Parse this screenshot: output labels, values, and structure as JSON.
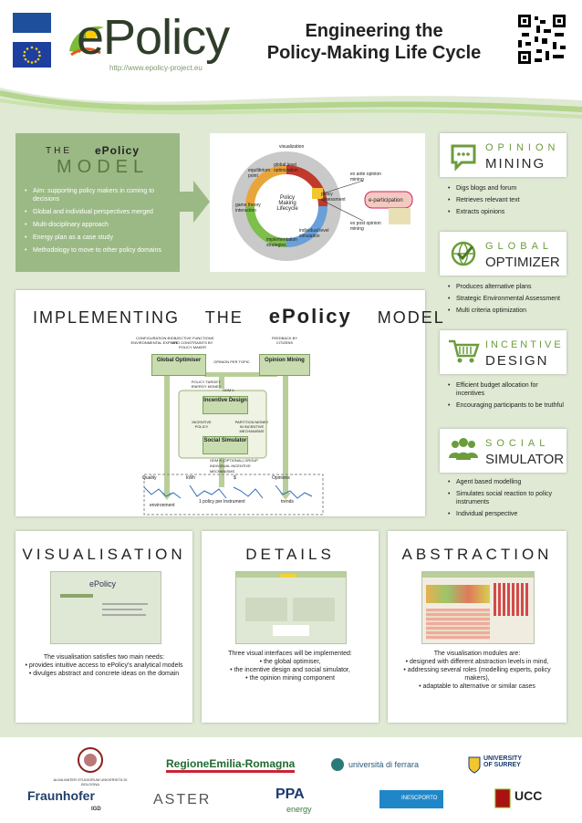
{
  "header": {
    "logo_text": "ePolicy",
    "logo_url": "http://www.epolicy-project.eu",
    "title_line1": "Engineering the",
    "title_line2": "Policy-Making Life Cycle"
  },
  "model": {
    "the": "THE",
    "epolicy": "ePolicy",
    "model": "MODEL",
    "bullets": [
      "Aim: supporting policy makers in coming to decisions",
      "Global and individual perspectives merged",
      "Multi-disciplinary approach",
      "Energy plan as a case study",
      "Methodology to move to other policy domains"
    ],
    "diagram": {
      "visualization": "visualization",
      "global_opt": "global level optimization",
      "equilibrium": "equilibrium point",
      "game_theory": "game theory interaction",
      "center": "Policy Making Lifecycle",
      "policy_assessment": "policy assessment",
      "implementation": "implementation strategies",
      "individual": "individual level simulation",
      "ex_ante": "ex ante opinion mining",
      "ex_post": "ex post opinion mining",
      "e_participation": "e-participation"
    }
  },
  "opinion": {
    "title1": "OPINION",
    "title2": "MINING",
    "bullets": [
      "Digs blogs and forum",
      "Retrieves relevant text",
      "Extracts opinions"
    ]
  },
  "global": {
    "title1": "GLOBAL",
    "title2": "OPTIMIZER",
    "bullets": [
      "Produces alternative plans",
      "Strategic Environmental Assessment",
      "Multi criteria optimization"
    ]
  },
  "incentive": {
    "title1": "INCENTIVE",
    "title2": "DESIGN",
    "bullets": [
      "Efficient budget allocation for incentives",
      "Encouraging participants to be truthful"
    ]
  },
  "social": {
    "title1": "SOCIAL",
    "title2": "SIMULATOR",
    "bullets": [
      "Agent based modelling",
      "Simulates social reaction to policy instruments",
      "Individual perspective"
    ]
  },
  "implementing": {
    "title_a": "IMPLEMENTING",
    "title_b": "THE",
    "title_c": "ePolicy",
    "title_d": "MODEL",
    "cfg_expert": "Configuration by Environmental Expert",
    "objective": "Objective Functions and Constraints by Policy Maker",
    "feedback": "Feedback by Citizens",
    "global_opt": "Global Optimiser",
    "opinion_mining": "Opinion Mining",
    "opinion_topic": "Opinion per topic",
    "policy_target": "Policy Target: Energy Money",
    "gdm": "GDM k",
    "incentive_design": "Incentive Design",
    "incentive_policy": "Incentive Policy",
    "partition": "Partition money in Incentive Mechanisms",
    "social_sim": "Social Simulator",
    "gdm_opt": "GDM k (optional) Group Individual Incentive Mechanisms",
    "quality": "Quality",
    "kwh": "kWh",
    "money": "$",
    "opinions": "Opinions",
    "environment": "environment",
    "policy_instrument": "1 policy per Instrument",
    "trends": "trends"
  },
  "visualisation": {
    "title": "VISUALISATION",
    "text1": "The visualisation satisfies two main needs:",
    "bullets": [
      "provides intuitive access to ePolicy's analytical models",
      "divulges abstract and concrete ideas on the domain"
    ]
  },
  "details": {
    "title": "DETAILS",
    "text1": "Three visual interfaces will be implemented:",
    "bullets": [
      "the global optimiser,",
      "the incentive design and social simulator,",
      "the opinion mining component"
    ]
  },
  "abstraction": {
    "title": "ABSTRACTION",
    "text1": "The visualisation modules are:",
    "bullets": [
      "designed with different abstraction levels in mind,",
      "addressing several roles (modelling experts, policy makers),",
      "adaptable to alternative or similar cases"
    ]
  },
  "sponsors": {
    "bologna": "ALMA MATER STUDIORUM UNIVERSITÀ DI BOLOGNA",
    "emilia": "RegioneEmilia-Romagna",
    "ferrara": "università di ferrara",
    "surrey": "UNIVERSITY OF SURREY",
    "fraunhofer": "Fraunhofer",
    "igd": "IGD",
    "aster": "ASTER",
    "pp": "PPA",
    "energy": "energy",
    "inesc": "INESCPORTO",
    "ucc": "UCC"
  },
  "colors": {
    "accent": "#6b9d3b",
    "model_bg": "#9bb985",
    "background": "#dfe9d3"
  }
}
